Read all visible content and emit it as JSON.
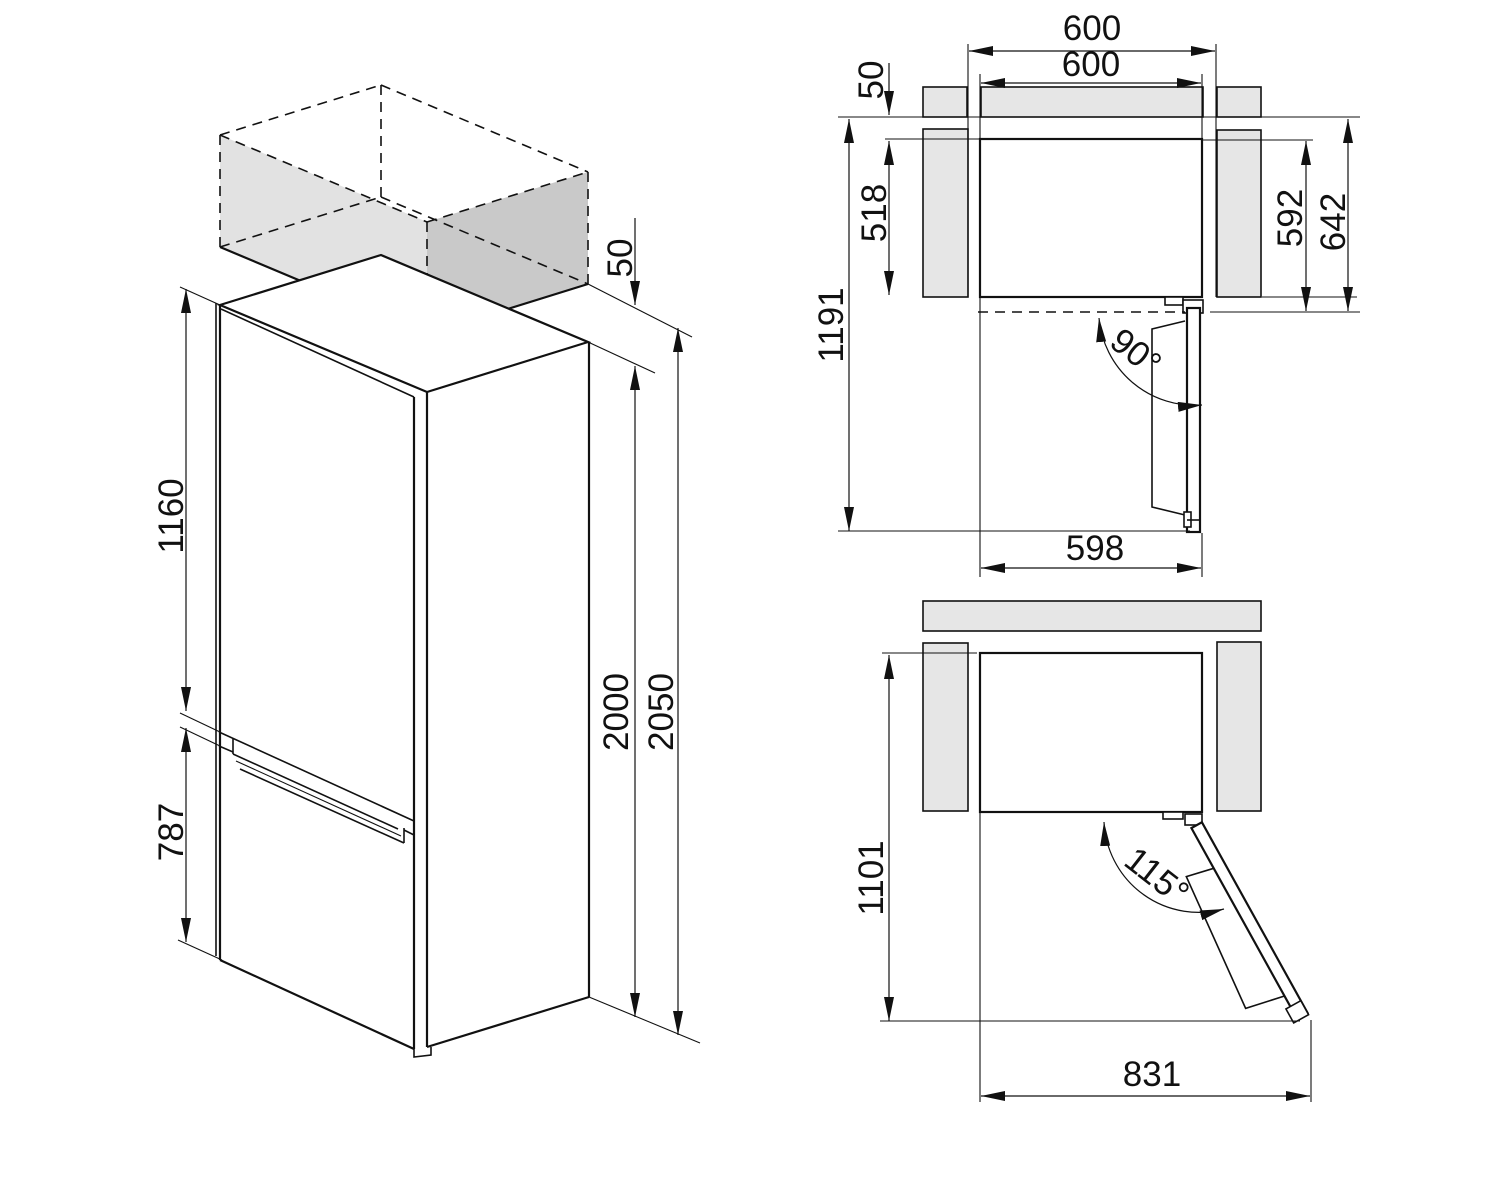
{
  "diagram": {
    "iso": {
      "upper_door_height": "1160",
      "lower_door_height": "787",
      "top_clearance": "50",
      "cabinet_height": "2000",
      "total_height_with_clearance": "2050"
    },
    "plan_door_90": {
      "niche_width": "600",
      "cabinet_width": "600",
      "rear_clearance": "50",
      "body_depth": "518",
      "depth_with_door": "592",
      "total_depth_with_clearance": "642",
      "depth_door_open": "1191",
      "door_width_open": "598",
      "door_opening_angle": "90°"
    },
    "plan_door_115": {
      "depth_door_open": "1101",
      "door_swing_width": "831",
      "door_opening_angle": "115°"
    }
  },
  "colors": {
    "line": "#111111",
    "background": "#ffffff",
    "wall_fill": "#e6e6e6",
    "box_face_left": "#e2e2e2",
    "box_face_right": "#c9c9c9"
  }
}
